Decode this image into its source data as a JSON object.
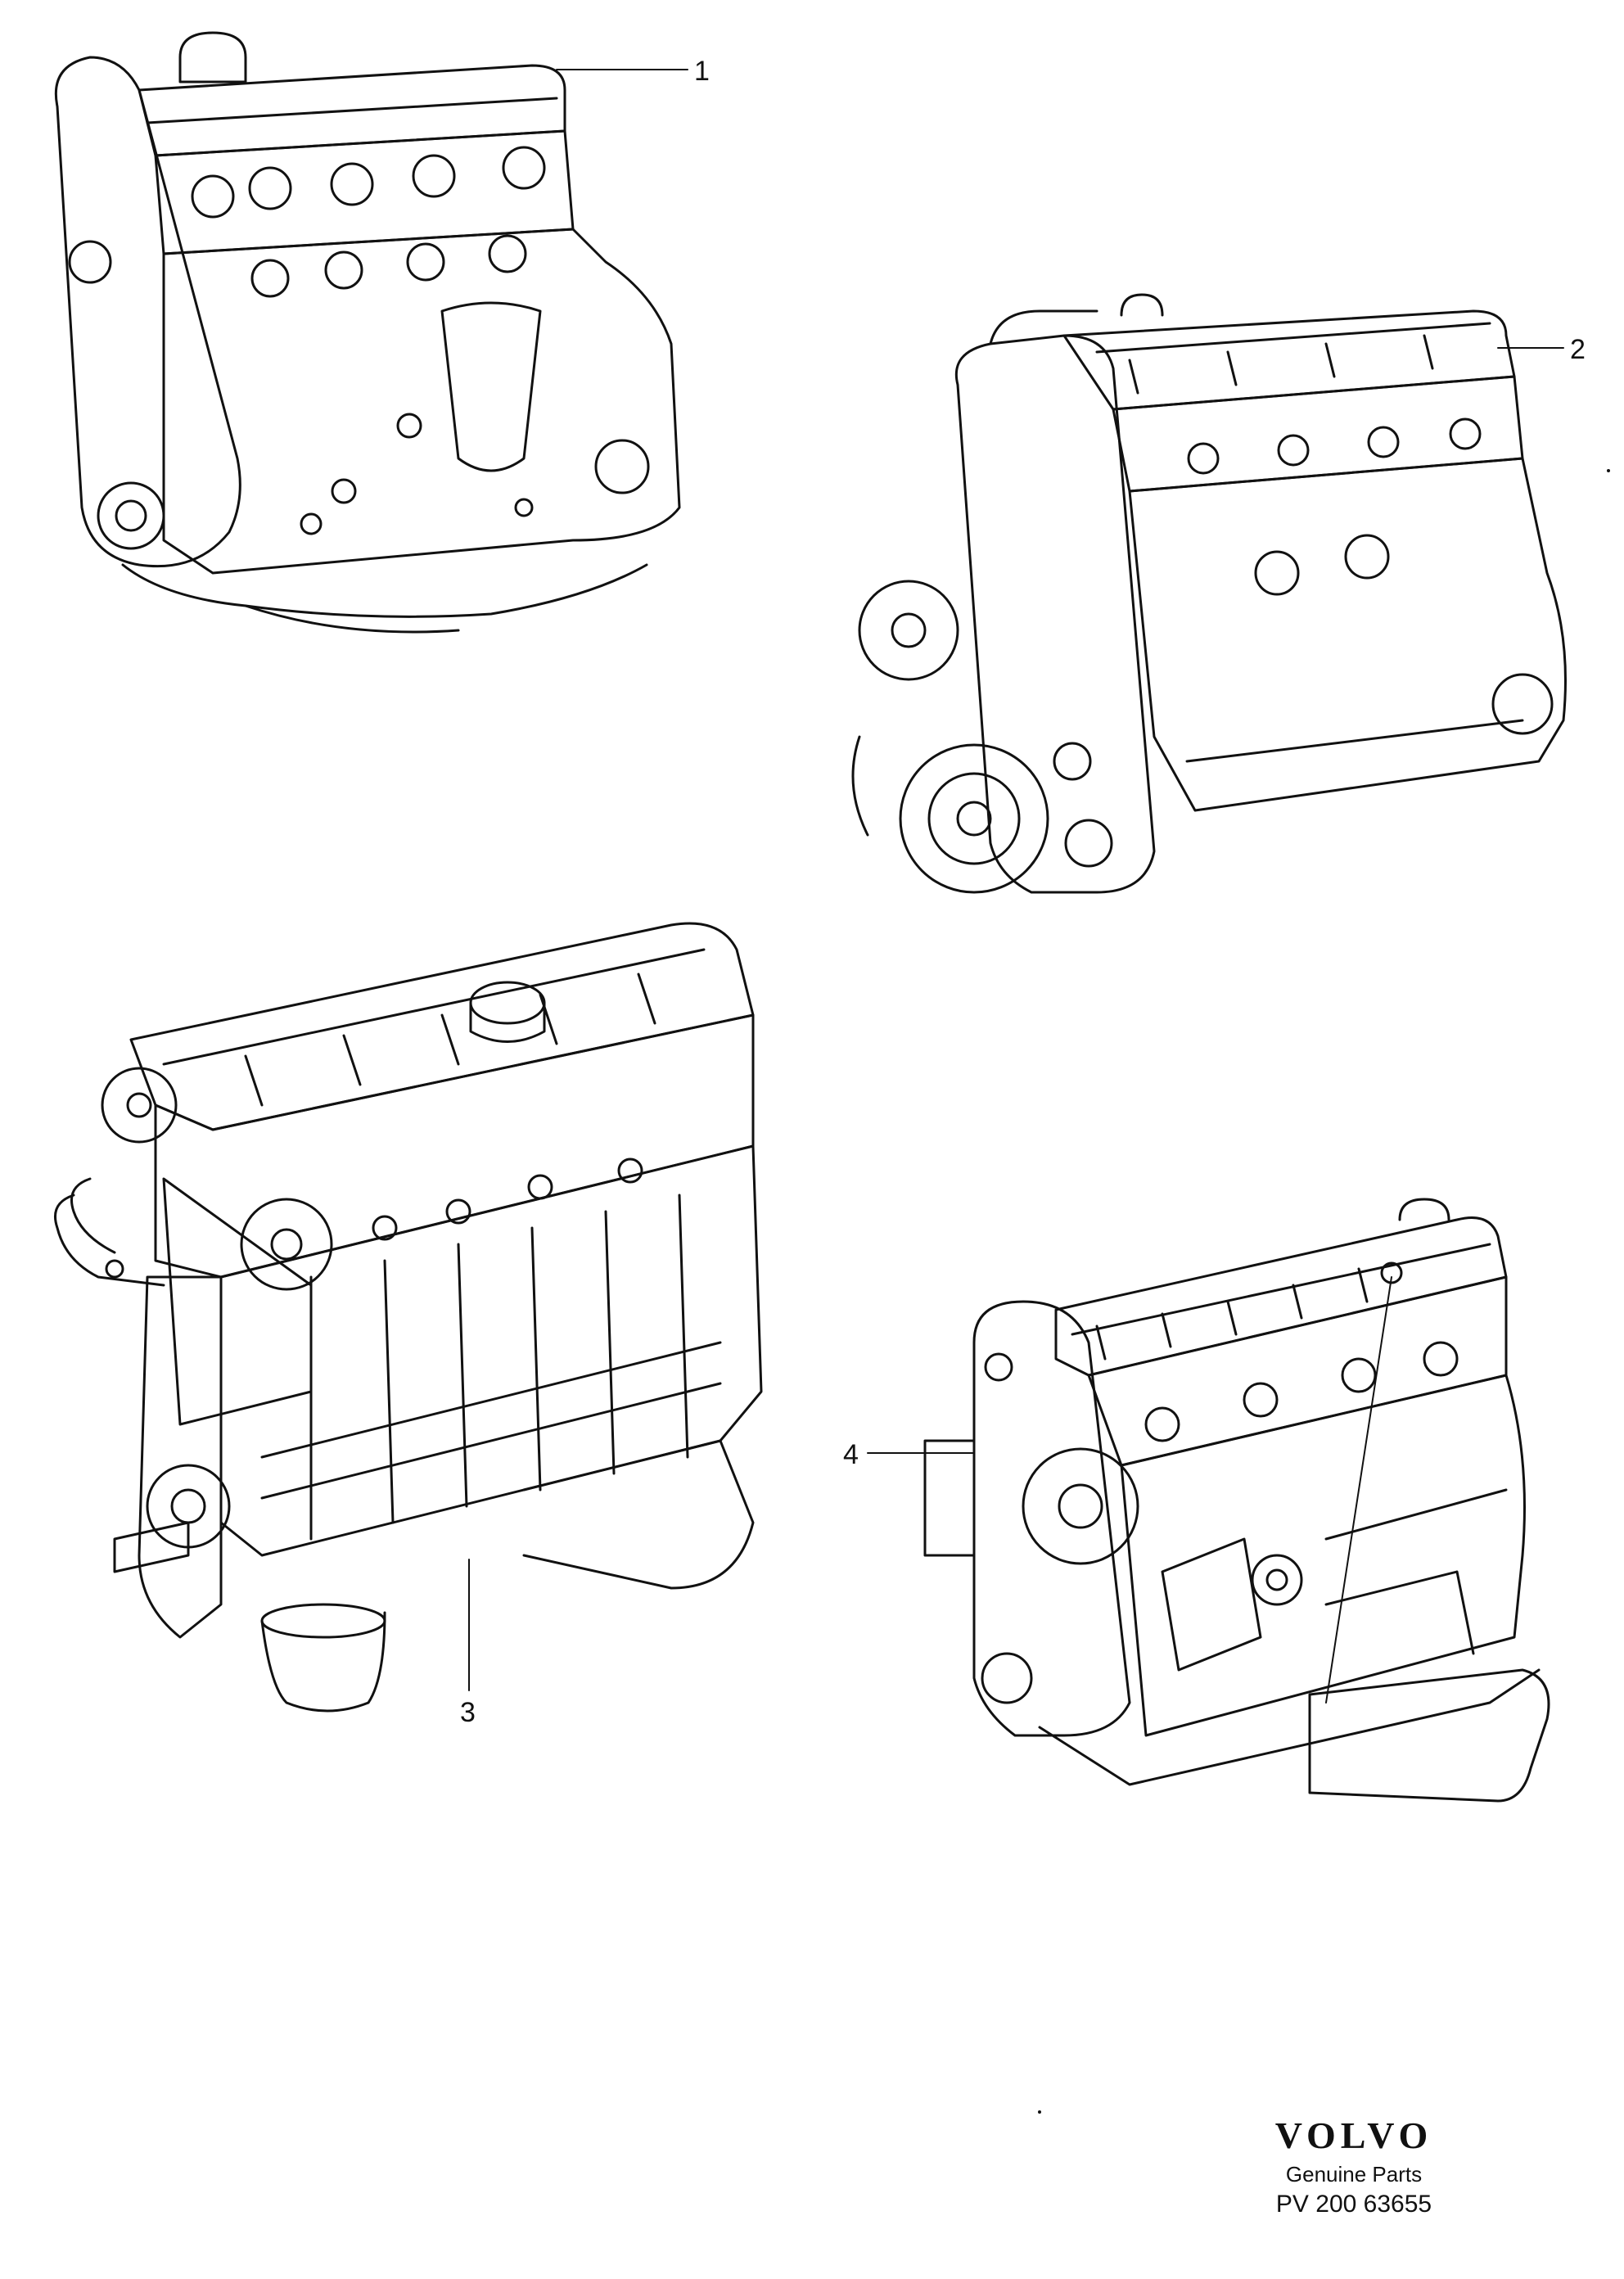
{
  "callouts": [
    {
      "id": "1",
      "label": "1"
    },
    {
      "id": "2",
      "label": "2"
    },
    {
      "id": "3",
      "label": "3"
    },
    {
      "id": "4",
      "label": "4"
    }
  ],
  "brand": {
    "logo": "VOLVO",
    "subtitle": "Genuine Parts",
    "code": "PV 200 63655"
  },
  "colors": {
    "line": "#111111",
    "background": "#ffffff"
  }
}
